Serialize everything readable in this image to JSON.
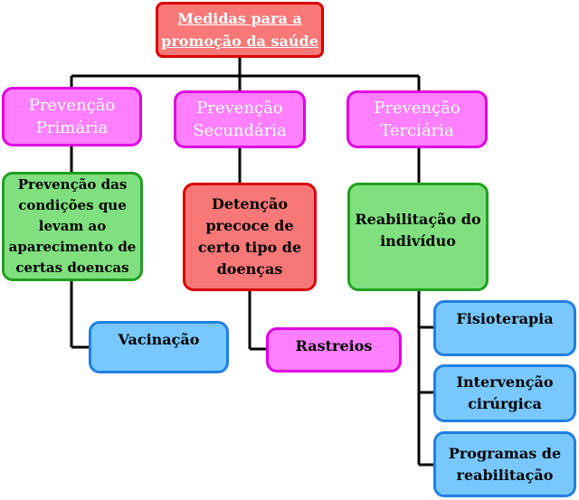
{
  "root": {
    "label": "Medidas para a\npromoção da saúde"
  },
  "categories": [
    {
      "label": "Prevenção\nPrimária"
    },
    {
      "label": "Prevenção\nSecundária"
    },
    {
      "label": "Prevenção\nTerciária"
    }
  ],
  "descriptions": [
    {
      "label": "Prevenção das\ncondições que\nlevam ao\naparecimento de\ncertas doencas"
    },
    {
      "label": "Detenção\nprecoce de\ncerto tipo de\ndoenças"
    },
    {
      "label": "Reabilitação do\nindivíduo"
    }
  ],
  "actions": {
    "vacinacao": "Vacinação",
    "rastreios": "Rastreios",
    "fisioterapia": "Fisioterapia",
    "intervencao": "Intervenção\ncirúrgica",
    "programas": "Programas de\nreabilitação"
  },
  "colors": {
    "root_fill": "#f87878",
    "root_border": "#d80000",
    "category_fill": "#ff80ff",
    "category_border": "#e000e0",
    "primary_fill": "#80e080",
    "primary_border": "#20a020",
    "secondary_fill": "#f87878",
    "action_fill": "#78c8ff",
    "action_border": "#2080e0"
  }
}
